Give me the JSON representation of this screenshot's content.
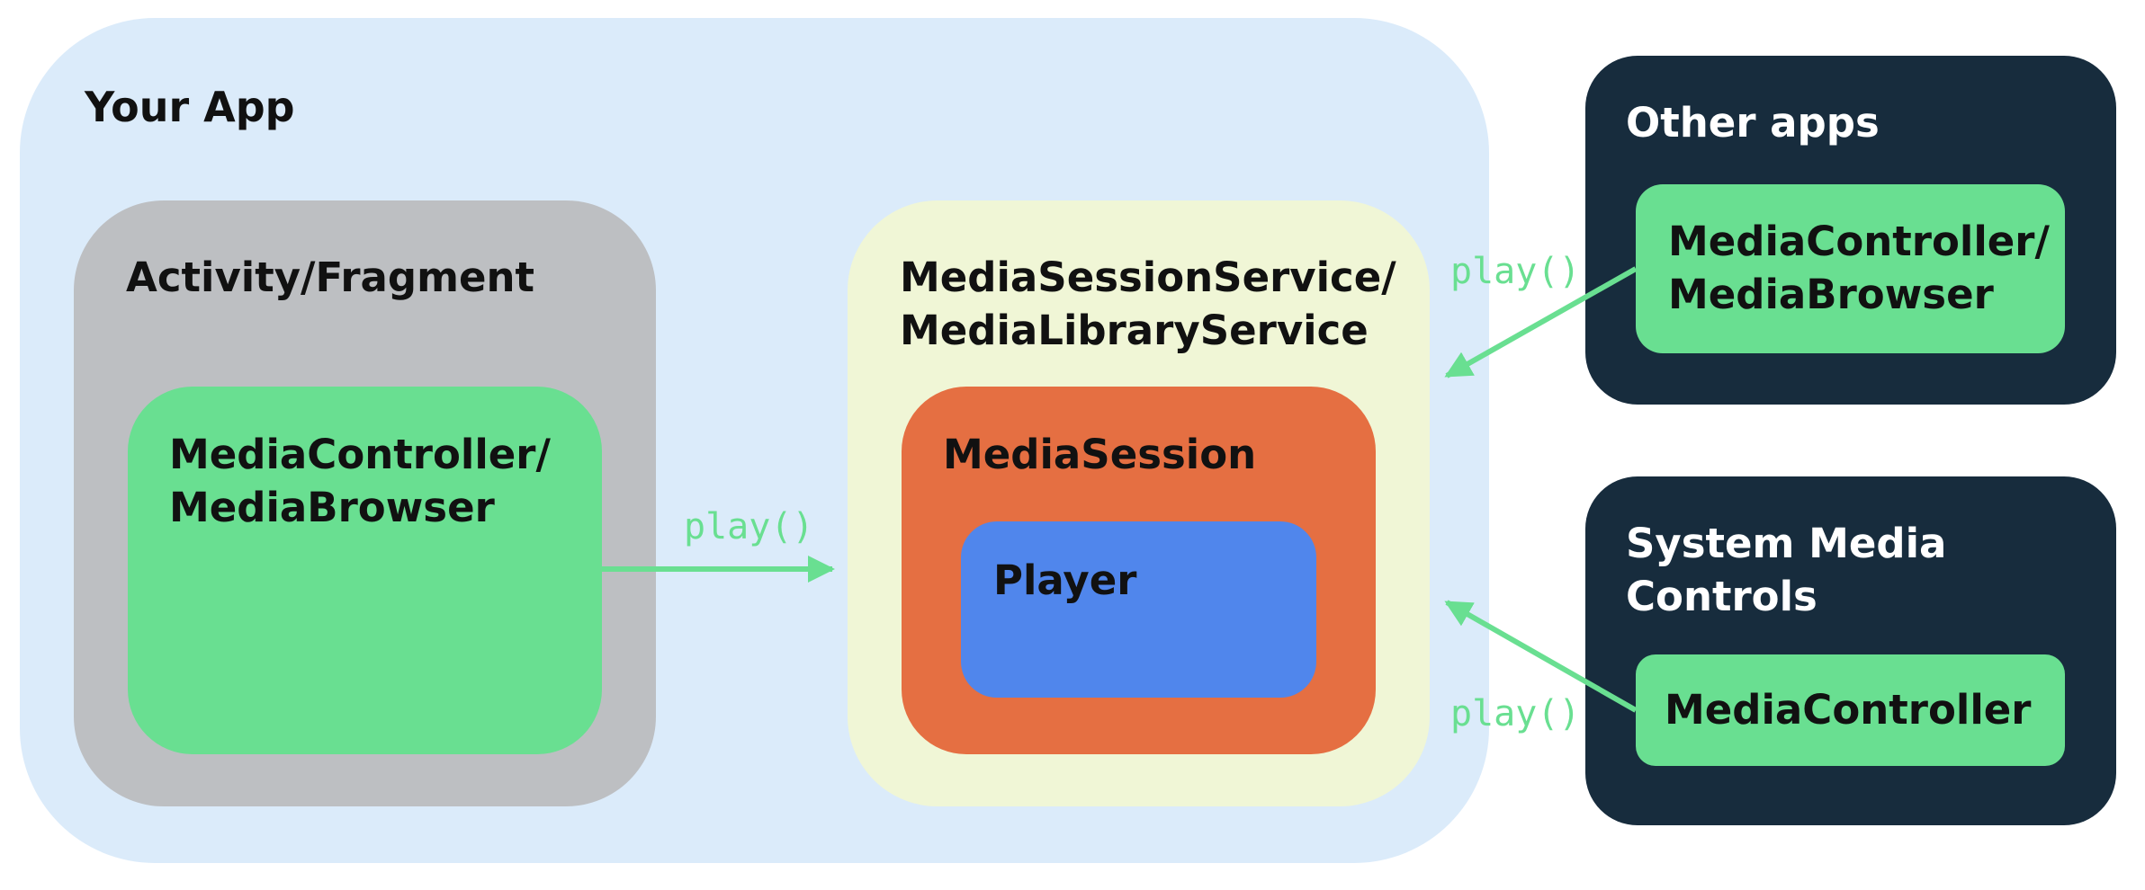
{
  "your_app": {
    "title": "Your App"
  },
  "activity": {
    "title": "Activity/Fragment",
    "controller": "MediaController/\nMediaBrowser"
  },
  "service": {
    "title": "MediaSessionService/\nMediaLibraryService",
    "session": "MediaSession",
    "player": "Player"
  },
  "other_apps": {
    "title": "Other apps",
    "controller": "MediaController/\nMediaBrowser"
  },
  "system_controls": {
    "title": "System Media\nControls",
    "controller": "MediaController"
  },
  "calls": {
    "app_call": "play()",
    "other_apps_call": "play()",
    "system_call": "play()"
  },
  "colors": {
    "your_app_bg": "#dbebfa",
    "activity_bg": "#bdbfc2",
    "controller_green": "#69df91",
    "service_bg": "#f0f6d6",
    "session_orange": "#e56f42",
    "player_blue": "#5086ec",
    "dark_panel": "#172c3d",
    "arrow_green": "#69df91"
  }
}
